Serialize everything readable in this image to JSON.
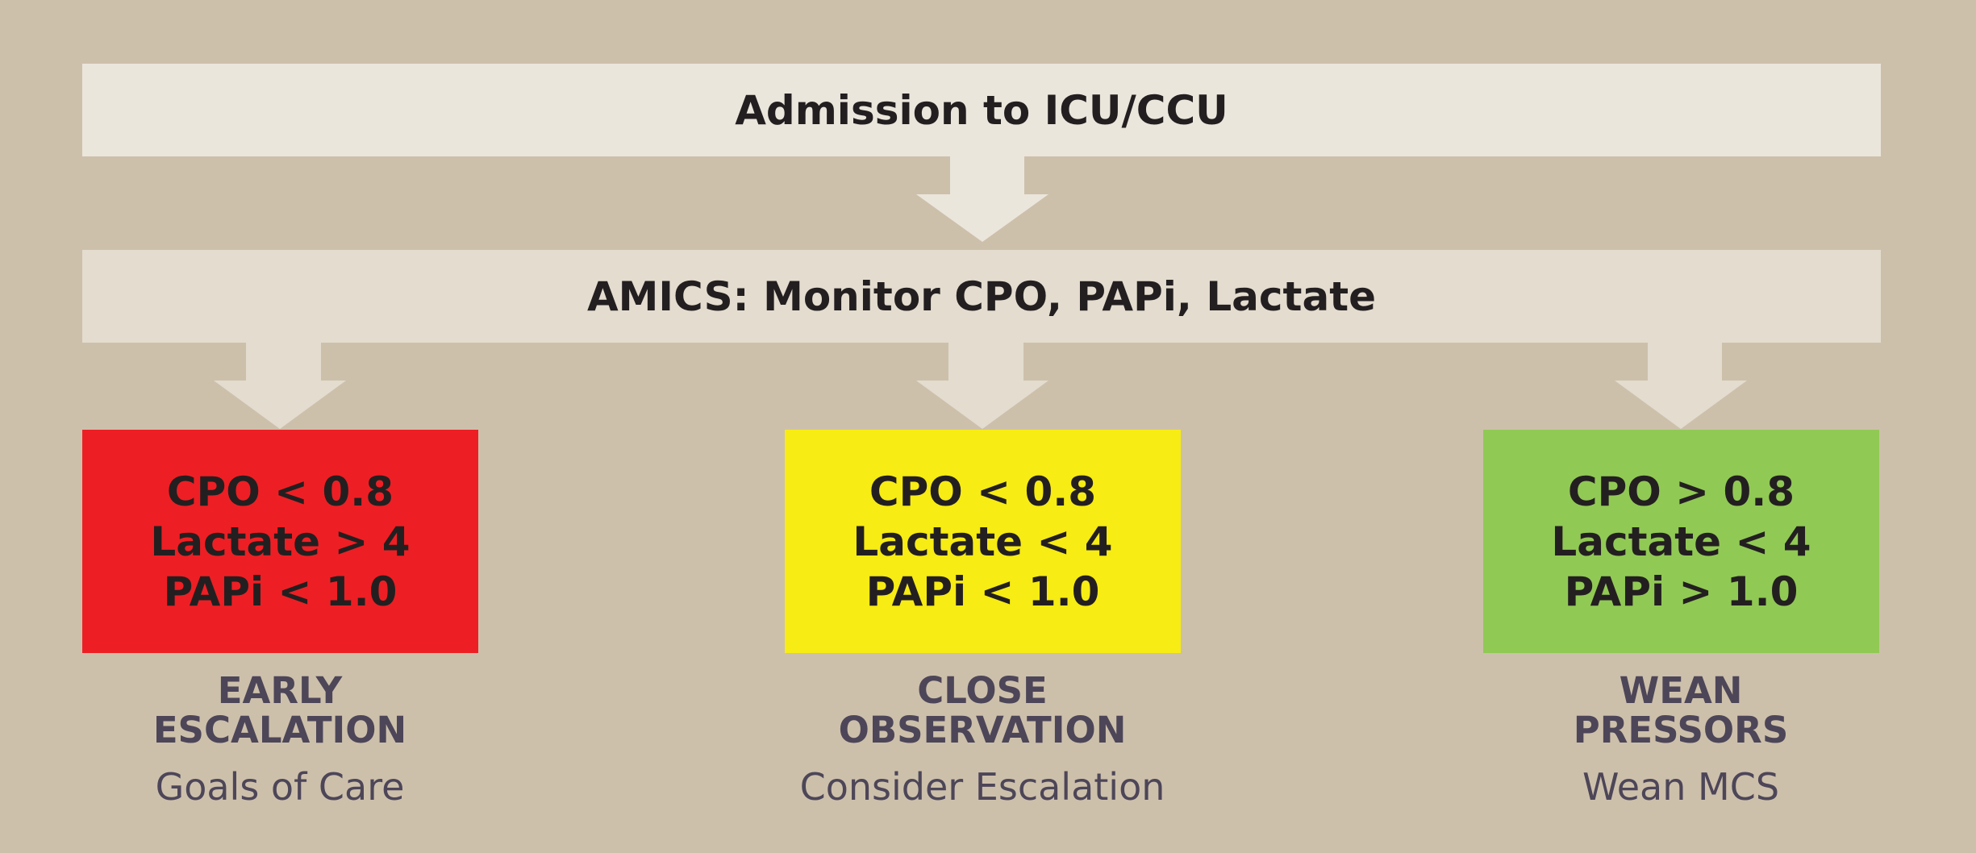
{
  "admission": {
    "label": "Admission to ICU/CCU"
  },
  "monitor": {
    "label": "AMICS: Monitor CPO, PAPi, Lactate"
  },
  "outcomes": [
    {
      "color": "#ed1f24",
      "criteria": [
        "CPO < 0.8",
        "Lactate > 4",
        "PAPi < 1.0"
      ],
      "action": [
        "EARLY",
        "ESCALATION"
      ],
      "detail": "Goals of Care"
    },
    {
      "color": "#f7ec13",
      "criteria": [
        "CPO < 0.8",
        "Lactate < 4",
        "PAPi < 1.0"
      ],
      "action": [
        "CLOSE",
        "OBSERVATION"
      ],
      "detail": "Consider Escalation"
    },
    {
      "color": "#91c955",
      "criteria": [
        "CPO > 0.8",
        "Lactate < 4",
        "PAPi > 1.0"
      ],
      "action": [
        "WEAN",
        "PRESSORS"
      ],
      "detail": "Wean MCS"
    }
  ]
}
